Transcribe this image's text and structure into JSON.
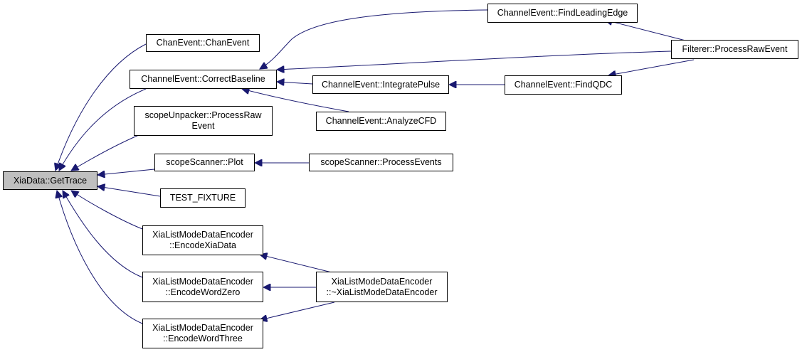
{
  "colors": {
    "edge": "#191970",
    "node_border": "#000000",
    "root_fill": "#bfbfbf",
    "node_fill": "#ffffff"
  },
  "nodes": {
    "root": "XiaData::GetTrace",
    "chan_event": "ChanEvent::ChanEvent",
    "correct_baseline": "ChannelEvent::CorrectBaseline",
    "scope_unpacker_1": "scopeUnpacker::ProcessRaw",
    "scope_unpacker_2": "Event",
    "scope_plot": "scopeScanner::Plot",
    "test_fixture": "TEST_FIXTURE",
    "encode_xia_1": "XiaListModeDataEncoder",
    "encode_xia_2": "::EncodeXiaData",
    "encode_zero_1": "XiaListModeDataEncoder",
    "encode_zero_2": "::EncodeWordZero",
    "encode_three_1": "XiaListModeDataEncoder",
    "encode_three_2": "::EncodeWordThree",
    "find_leading_edge": "ChannelEvent::FindLeadingEdge",
    "integrate_pulse": "ChannelEvent::IntegratePulse",
    "analyze_cfd": "ChannelEvent::AnalyzeCFD",
    "process_events": "scopeScanner::ProcessEvents",
    "destructor_1": "XiaListModeDataEncoder",
    "destructor_2": "::~XiaListModeDataEncoder",
    "find_qdc": "ChannelEvent::FindQDC",
    "process_raw_event": "Filterer::ProcessRawEvent"
  }
}
